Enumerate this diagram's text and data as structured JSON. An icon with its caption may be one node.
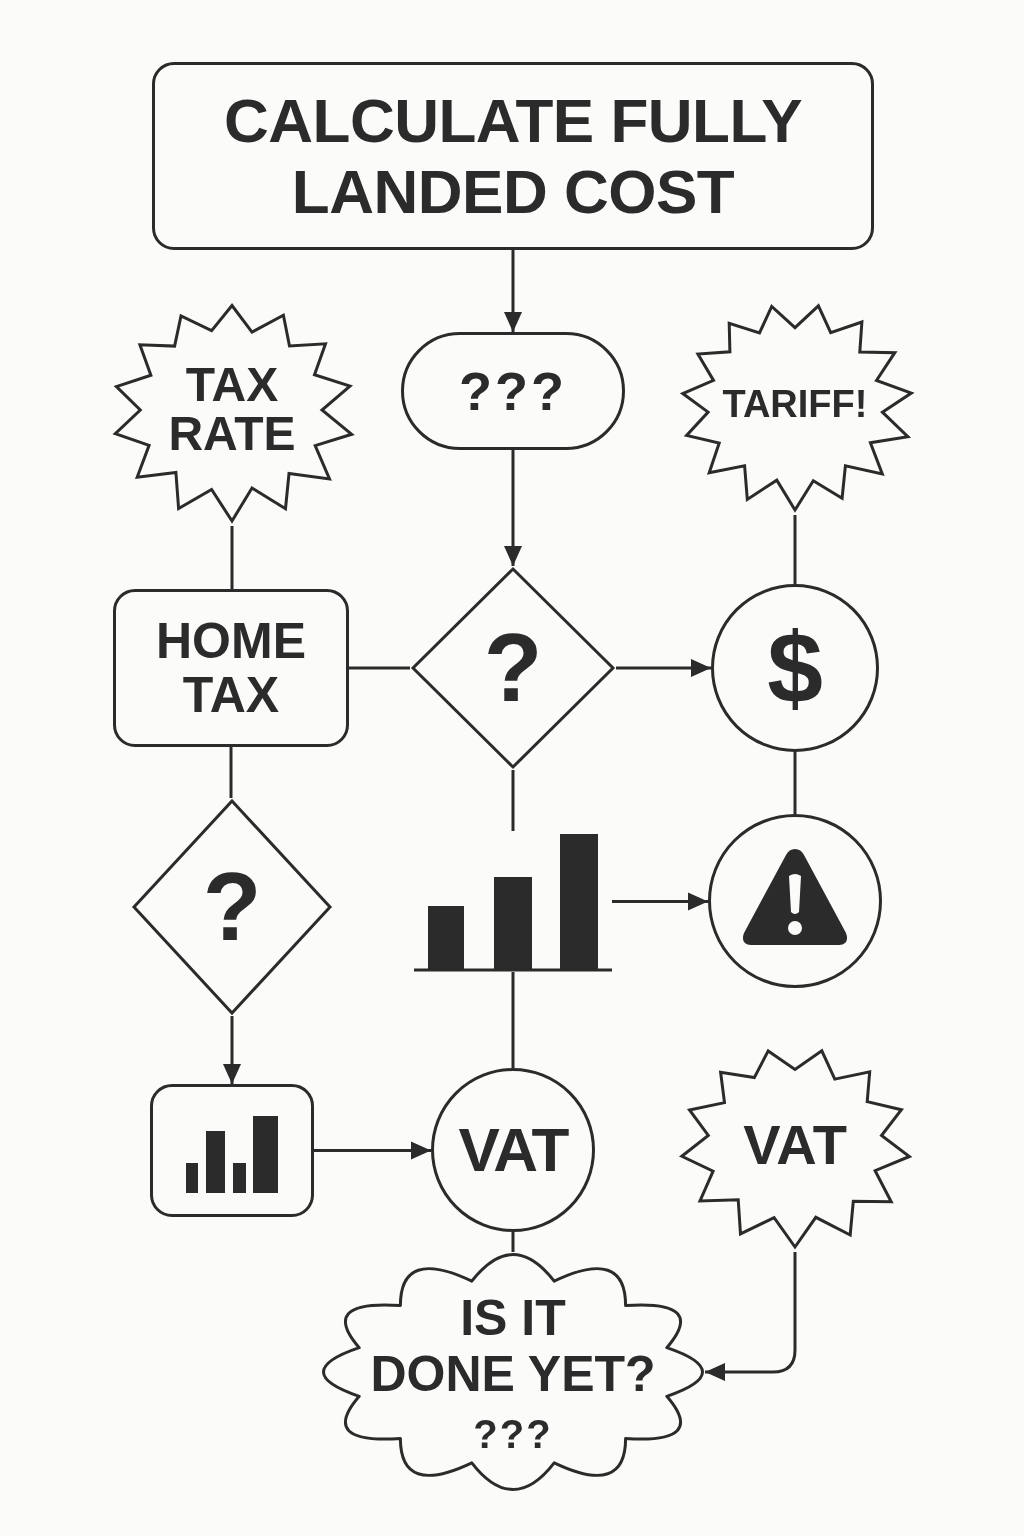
{
  "diagram": {
    "nodes": [
      {
        "text": [
          "CALCULATE FULLY LANDED COST"
        ]
      },
      {
        "text": [
          "TAX RATE"
        ]
      },
      {
        "text": [
          "???"
        ]
      },
      {
        "text": [
          "TARIFF!"
        ]
      },
      {
        "text": [
          "HOME TAX"
        ]
      },
      {
        "text": [
          "?"
        ]
      },
      {
        "text": [
          "$"
        ]
      },
      {
        "text": [
          "?"
        ]
      },
      {
        "text": [],
        "shape": "picture"
      },
      {
        "text": [],
        "shape": "circle"
      },
      {
        "text": [],
        "shape": "box"
      },
      {
        "text": [
          "VAT"
        ]
      },
      {
        "text": [
          "VAT"
        ]
      },
      {
        "text": [
          "IS IT DONE YET?",
          "???"
        ]
      }
    ],
    "edges": [
      {
        "from": 0,
        "to": 2,
        "arrow": "to"
      },
      {
        "from": 2,
        "to": 5,
        "arrow": "to"
      },
      {
        "from": 1,
        "to": 4,
        "arrow": "none"
      },
      {
        "from": 3,
        "to": 6,
        "arrow": "none"
      },
      {
        "from": 4,
        "to": 5,
        "arrow": "none"
      },
      {
        "from": 5,
        "to": 6,
        "arrow": "to"
      },
      {
        "from": 4,
        "to": 7,
        "arrow": "none"
      },
      {
        "from": 5,
        "to": 8,
        "arrow": "none"
      },
      {
        "from": 6,
        "to": 9,
        "arrow": "none"
      },
      {
        "from": 8,
        "to": 9,
        "arrow": "to"
      },
      {
        "from": 7,
        "to": 10,
        "arrow": "to"
      },
      {
        "from": 8,
        "to": 11,
        "arrow": "none"
      },
      {
        "from": 10,
        "to": 11,
        "arrow": "to"
      },
      {
        "from": 11,
        "to": 13,
        "arrow": "none"
      },
      {
        "from": 12,
        "to": 13,
        "arrow": "to"
      }
    ]
  }
}
